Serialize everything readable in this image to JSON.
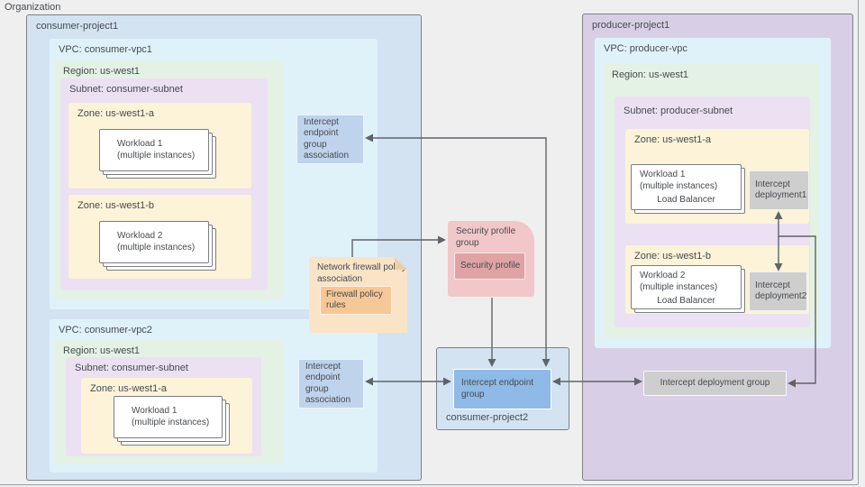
{
  "organization": {
    "label": "Organization"
  },
  "consumer_project1": {
    "label": "consumer-project1",
    "vpc1": {
      "label": "VPC: consumer-vpc1",
      "region_label": "Region: us-west1",
      "subnet_label": "Subnet: consumer-subnet",
      "zone_a_label": "Zone: us-west1-a",
      "zone_b_label": "Zone: us-west1-b",
      "workload1": {
        "line1": "Workload 1",
        "line2": "(multiple instances)"
      },
      "workload2": {
        "line1": "Workload 2",
        "line2": "(multiple instances)"
      },
      "assoc_label": "Intercept endpoint group association"
    },
    "vpc2": {
      "label": "VPC: consumer-vpc2",
      "region_label": "Region: us-west1",
      "subnet_label": "Subnet: consumer-subnet",
      "zone_a_label": "Zone: us-west1-a",
      "workload1": {
        "line1": "Workload 1",
        "line2": "(multiple instances)"
      },
      "assoc_label": "Intercept endpoint group association"
    },
    "firewall": {
      "label": "Network firewall policy association",
      "rules_label": "Firewall policy rules"
    }
  },
  "security": {
    "group_label": "Security profile group",
    "profile_label": "Security profile"
  },
  "consumer_project2": {
    "label": "consumer-project2",
    "endpoint_group_label": "Intercept endpoint group"
  },
  "producer_project1": {
    "label": "producer-project1",
    "vpc": {
      "label": "VPC: producer-vpc",
      "region_label": "Region: us-west1",
      "subnet_label": "Subnet: producer-subnet",
      "zone_a_label": "Zone: us-west1-a",
      "zone_b_label": "Zone: us-west1-b",
      "workload1": {
        "line1": "Workload 1",
        "line2": "(multiple instances)",
        "lb": "Load Balancer"
      },
      "workload2": {
        "line1": "Workload 2",
        "line2": "(multiple instances)",
        "lb": "Load Balancer"
      },
      "deployment1_label": "Intercept deployment1",
      "deployment2_label": "Intercept deployment2"
    },
    "deployment_group_label": "Intercept deployment group"
  },
  "colors": {
    "page_bg": "#efefef",
    "text_color": "#474b4f",
    "org_border": "#9aa0a6",
    "container_border": "#7d8286",
    "card_border": "#7a7e83",
    "consumer_project_bg": "#d4e3f2",
    "producer_project_bg": "#d8cfe6",
    "vpc_bg": "#dff2fa",
    "region_bg": "#e4f1e5",
    "subnet_bg": "#ebe1f3",
    "zone_bg": "#fcf3d8",
    "association_bg": "#bfd3ec",
    "endpoint_group_bg": "#8fb9e6",
    "security_group_bg": "#f2c7c9",
    "security_profile_bg": "#dfa3a5",
    "firewall_bg": "#fae4c7",
    "firewall_fold": "#eccfa3",
    "firewall_rules_bg": "#f6c897",
    "deployment_bg": "#cecece",
    "arrow_color": "#5f6469"
  }
}
